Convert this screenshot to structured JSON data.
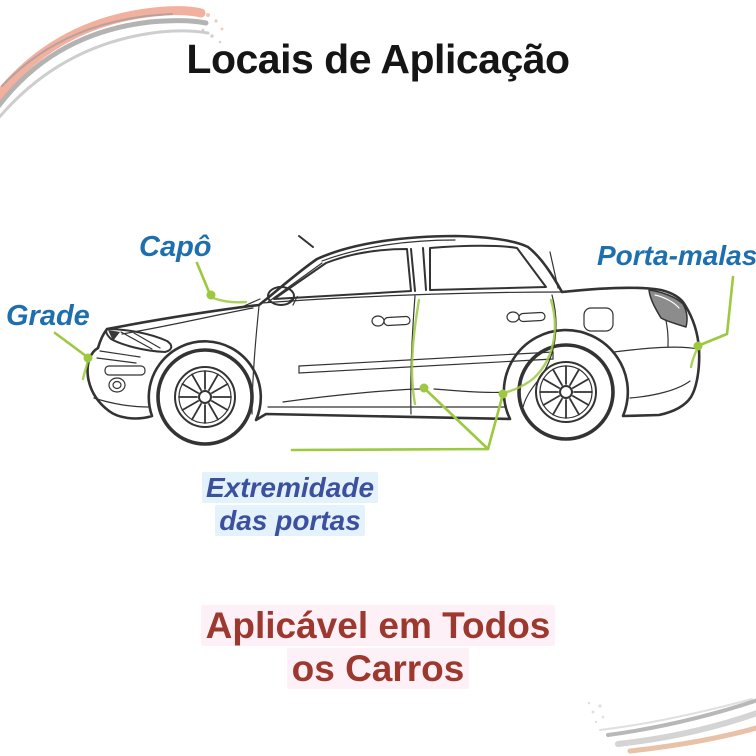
{
  "title": "Locais de Aplicação",
  "callouts": {
    "capo": {
      "label": "Capô",
      "target": "hood-edge"
    },
    "grade": {
      "label": "Grade",
      "target": "front-grille"
    },
    "porta_malas": {
      "label": "Porta-malas",
      "target": "trunk-rear-bumper"
    },
    "extremidade": {
      "label": "Extremidade das portas",
      "line1": "Extremidade",
      "line2": "das portas",
      "target": "door-edges"
    }
  },
  "footer": {
    "line1": "Aplicável em Todos",
    "line2": "os Carros"
  },
  "diagram": {
    "subject": "sedan-car-side-view-line-drawing"
  },
  "colors": {
    "label-blue": "#1e6fad",
    "door-label-blue": "#3c50a0",
    "footer-red": "#9d382e",
    "pointer-green": "#9cc93f",
    "car-line": "#333333",
    "swirl-salmon": "#f0a28d",
    "swirl-gray": "#b0b0b0"
  }
}
